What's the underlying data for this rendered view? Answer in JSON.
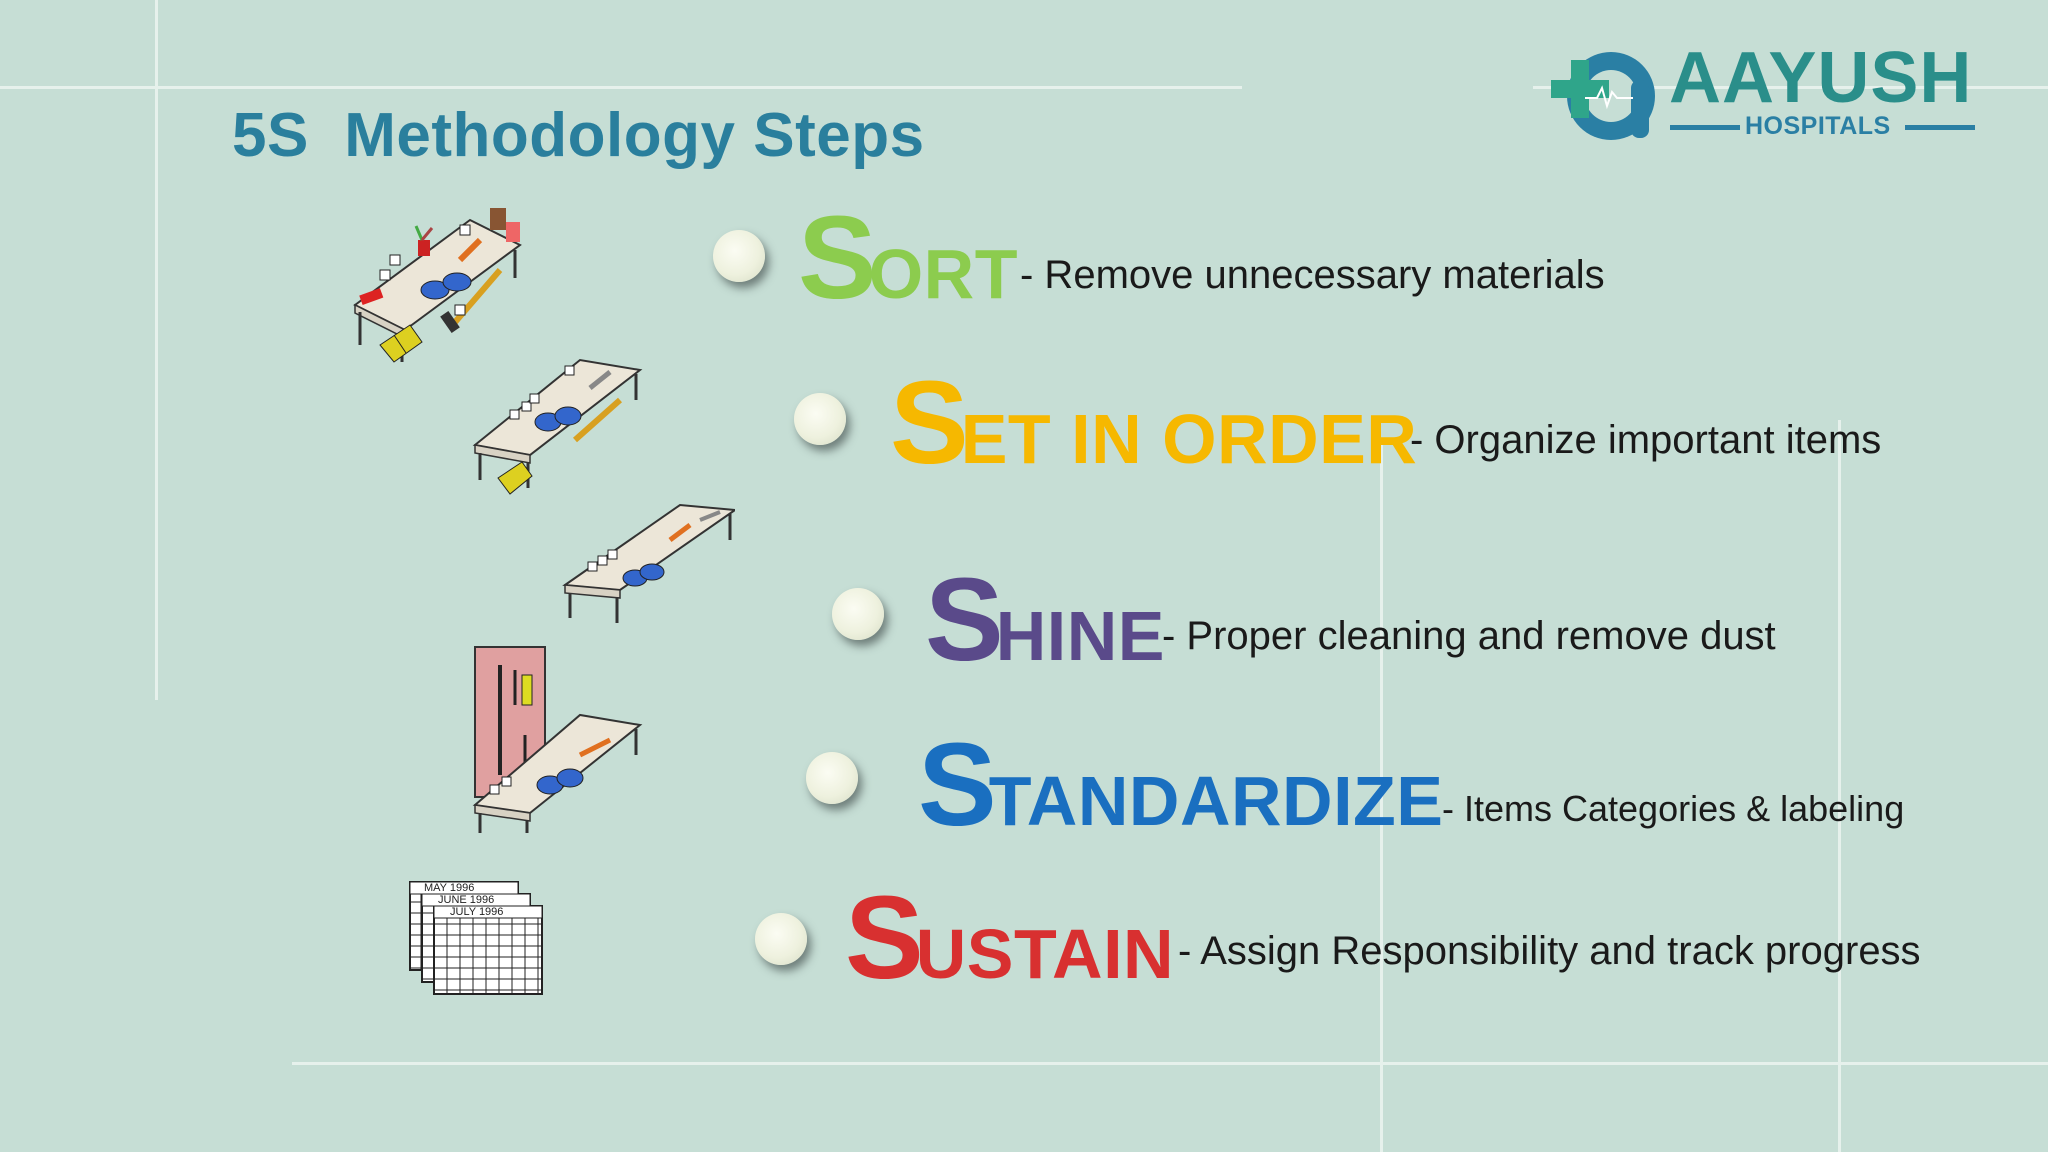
{
  "slide": {
    "title": "5S  Methodology Steps"
  },
  "logo": {
    "brand": "AAYUSH",
    "sub": "HOSPITALS",
    "colors": {
      "green": "#2a8e8a",
      "blue": "#2a7fa4",
      "cross": "#2fa58a"
    }
  },
  "steps": [
    {
      "initial": "S",
      "rest": "ORT",
      "description": "- Remove unnecessary materials",
      "color": "#8ccc4e"
    },
    {
      "initial": "S",
      "rest": "ET IN ORDER",
      "description": "- Organize important items",
      "color": "#f6b800"
    },
    {
      "initial": "S",
      "rest": "HINE",
      "description": "- Proper cleaning and remove dust",
      "color": "#5a4a8a"
    },
    {
      "initial": "S",
      "rest": "TANDARDIZE",
      "description": "- Items Categories & labeling",
      "color": "#1a6fc0"
    },
    {
      "initial": "S",
      "rest": "USTAIN",
      "description": "- Assign Responsibility and track progress",
      "color": "#d83030"
    }
  ],
  "calendar": {
    "months": [
      "MAY 1996",
      "JUNE 1996",
      "JULY 1996"
    ]
  },
  "icons": [
    "cluttered-workbench-icon",
    "tidy-workbench-icon",
    "clean-workbench-icon",
    "tool-board-workbench-icon",
    "calendar-stack-icon",
    "aayush-logo-icon"
  ]
}
